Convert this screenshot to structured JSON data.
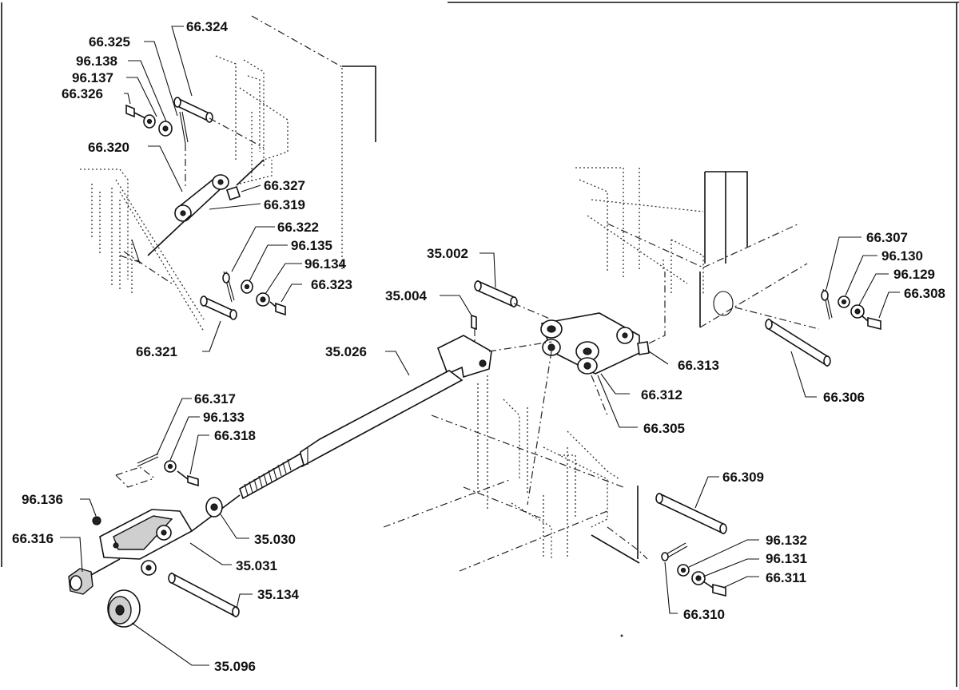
{
  "diagram": {
    "type": "exploded-parts-view",
    "colors": {
      "ink": "#111111",
      "paper": "#ffffff"
    },
    "part_labels": [
      "66.324",
      "66.325",
      "96.138",
      "96.137",
      "66.326",
      "66.320",
      "66.327",
      "66.319",
      "66.322",
      "96.135",
      "96.134",
      "66.323",
      "66.321",
      "35.002",
      "35.004",
      "35.026",
      "66.307",
      "96.130",
      "96.129",
      "66.308",
      "66.313",
      "66.312",
      "66.305",
      "66.306",
      "66.317",
      "96.133",
      "66.318",
      "96.136",
      "66.316",
      "35.030",
      "35.031",
      "35.134",
      "35.096",
      "66.309",
      "96.132",
      "96.131",
      "66.311",
      "66.310"
    ]
  }
}
